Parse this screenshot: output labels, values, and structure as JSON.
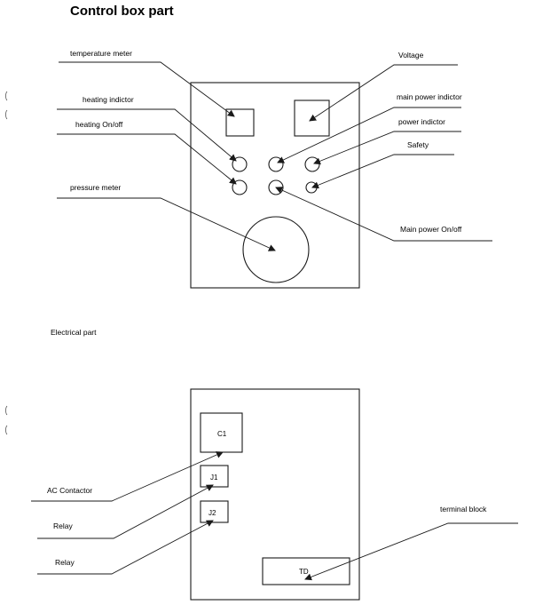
{
  "title": "Control box part",
  "control_labels": {
    "temperature_meter": "temperature meter",
    "voltage": "Voltage",
    "heating_indicator": "heating indictor",
    "main_power_indicator": "main power indictor",
    "heating_onoff": "heating On/off",
    "power_indicator": "power indictor",
    "safety": "Safety",
    "pressure_meter": "pressure meter",
    "main_power_onoff": "Main power On/off"
  },
  "electrical_title": "Electrical part",
  "electrical_labels": {
    "ac_contactor": "AC Contactor",
    "relay_1": "Relay",
    "relay_2": "Relay",
    "terminal_block": "terminal block"
  },
  "components": {
    "c1": "C1",
    "j1": "J1",
    "j2": "J2",
    "td": "TD"
  }
}
